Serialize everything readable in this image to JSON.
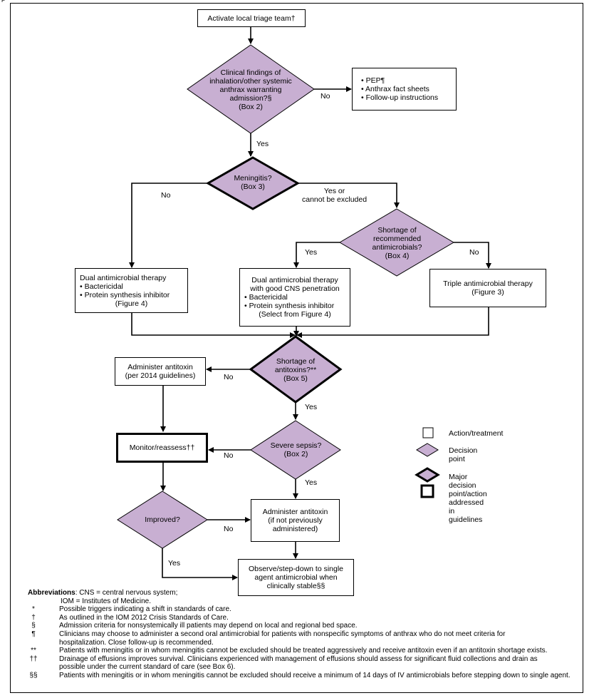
{
  "figure_label": "F",
  "nodes": {
    "activate": {
      "lines": [
        "Activate local triage team†"
      ]
    },
    "clinical": {
      "lines": [
        "Clinical findings of",
        "inhalation/other systemic",
        "anthrax warranting",
        "admission?§",
        "(Box 2)"
      ]
    },
    "pep": {
      "lines": [
        "• PEP¶",
        "• Anthrax fact sheets",
        "• Follow-up instructions"
      ]
    },
    "meningitis": {
      "lines": [
        "Meningitis?",
        "(Box 3)"
      ]
    },
    "shortage_antimicrobials": {
      "lines": [
        "Shortage of",
        "recommended",
        "antimicrobials?",
        "(Box 4)"
      ]
    },
    "dual_left": {
      "lines": [
        "Dual antimicrobial therapy",
        "• Bactericidal",
        "• Protein synthesis inhibitor",
        "(Figure 4)"
      ]
    },
    "dual_cns": {
      "lines": [
        "Dual antimicrobial therapy",
        "with good CNS penetration",
        "• Bactericidal",
        "• Protein synthesis inhibitor",
        "(Select from Figure 4)"
      ]
    },
    "triple": {
      "lines": [
        "Triple antimicrobial therapy",
        "(Figure 3)"
      ]
    },
    "shortage_antitoxins": {
      "lines": [
        "Shortage of",
        "antitoxins?**",
        "(Box 5)"
      ]
    },
    "administer_2014": {
      "lines": [
        "Administer antitoxin",
        "(per 2014 guidelines)"
      ]
    },
    "severe_sepsis": {
      "lines": [
        "Severe sepsis?",
        "(Box 2)"
      ]
    },
    "monitor": {
      "lines": [
        "Monitor/reassess††"
      ]
    },
    "administer_if_not": {
      "lines": [
        "Administer antitoxin",
        "(if not previously",
        "administered)"
      ]
    },
    "improved": {
      "lines": [
        "Improved?"
      ]
    },
    "observe": {
      "lines": [
        "Observe/step-down to single",
        "agent antimicrobial when",
        "clinically stable§§"
      ]
    }
  },
  "edge_labels": {
    "clinical_no": "No",
    "clinical_yes": "Yes",
    "meningitis_no": "No",
    "meningitis_yes": [
      "Yes or",
      "cannot be excluded"
    ],
    "shortage_am_yes": "Yes",
    "shortage_am_no": "No",
    "shortage_at_no": "No",
    "shortage_at_yes": "Yes",
    "sepsis_no": "No",
    "sepsis_yes": "Yes",
    "improved_no": "No",
    "improved_yes": "Yes"
  },
  "legend": {
    "action": "Action/treatment",
    "decision": "Decision point",
    "major": [
      "Major decision point/action",
      "addressed in guidelines"
    ]
  },
  "colors": {
    "decision_fill": "#c8afd2",
    "line": "#000000",
    "box_fill": "#ffffff"
  },
  "abbreviations": {
    "label": "Abbreviations",
    "line1": ": CNS = central nervous system;",
    "line2": "IOM = Institutes of Medicine."
  },
  "footnotes": [
    {
      "sym": "*",
      "lines": [
        "Possible triggers indicating a shift in standards of care."
      ]
    },
    {
      "sym": "†",
      "lines": [
        "As outlined in the IOM 2012 Crisis Standards of Care."
      ]
    },
    {
      "sym": "§",
      "lines": [
        "Admission criteria for nonsystemically ill patients may depend on local and regional bed space."
      ]
    },
    {
      "sym": "¶",
      "lines": [
        "Clinicians may choose to administer a second oral antimicrobial for patients with nonspecific symptoms of anthrax who do not meet criteria for",
        "hospitalization. Close follow-up is recommended."
      ]
    },
    {
      "sym": "**",
      "lines": [
        "Patients with meningitis or in whom meningitis cannot be excluded should be treated aggressively and receive antitoxin even if an antitoxin shortage exists."
      ]
    },
    {
      "sym": "††",
      "lines": [
        "Drainage of effusions improves survival. Clinicians experienced with management of effusions should assess for significant fluid collections and drain as",
        "possible under the current standard of care (see Box 6)."
      ]
    },
    {
      "sym": "§§",
      "lines": [
        "Patients with meningitis or in whom meningitis cannot be excluded should receive a minimum of 14 days of IV antimicrobials before stepping down to single agent."
      ]
    }
  ]
}
